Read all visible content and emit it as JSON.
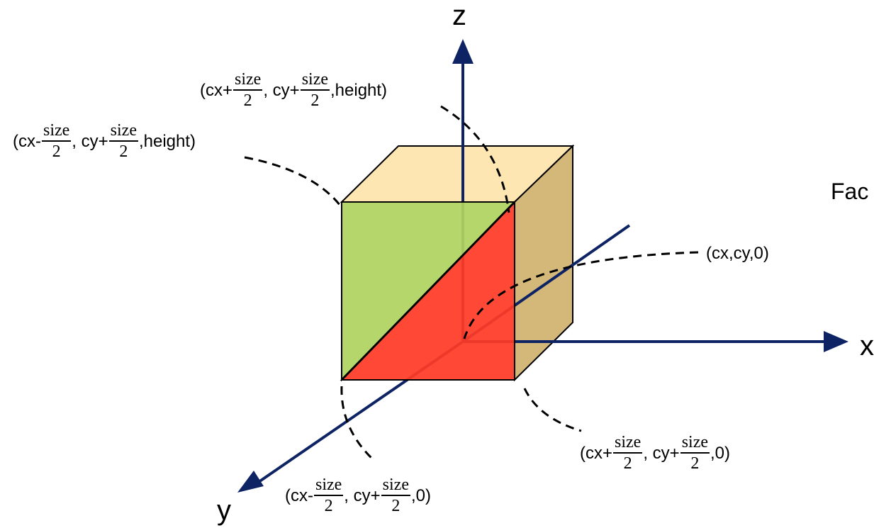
{
  "axes": {
    "x_label": "x",
    "y_label": "y",
    "z_label": "z",
    "axis_color": "#0d2364"
  },
  "cube": {
    "top_color": "#fde6b2",
    "side_color": "#d4b87a",
    "front_triangle_left_color": "#afd360",
    "front_triangle_right_color": "#ff3a26",
    "edge_color": "#000000"
  },
  "labels": {
    "top_right": {
      "prefix": "(cx+",
      "num1": "size",
      "den1": "2",
      "mid": ", cy+",
      "num2": "size",
      "den2": "2",
      "suffix": ",height)"
    },
    "top_left": {
      "prefix": "(cx-",
      "num1": "size",
      "den1": "2",
      "mid": ", cy+",
      "num2": "size",
      "den2": "2",
      "suffix": ",height)"
    },
    "center": {
      "text": "(cx,cy,0)"
    },
    "bottom_right": {
      "prefix": "(cx+",
      "num1": "size",
      "den1": "2",
      "mid": ", cy+",
      "num2": "size",
      "den2": "2",
      "suffix": ",0)"
    },
    "bottom_left": {
      "prefix": "(cx-",
      "num1": "size",
      "den1": "2",
      "mid": ", cy+",
      "num2": "size",
      "den2": "2",
      "suffix": ",0)"
    },
    "faces_partial": "Fac"
  }
}
